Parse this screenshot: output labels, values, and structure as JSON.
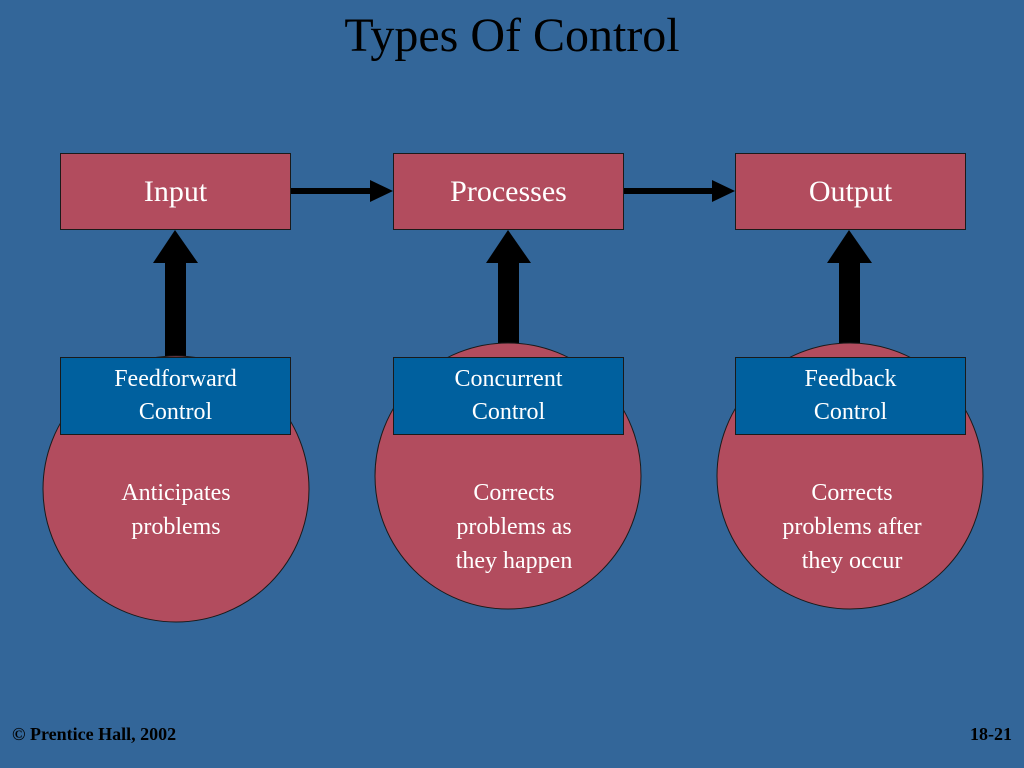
{
  "title": "Types Of Control",
  "stages": [
    {
      "label": "Input"
    },
    {
      "label": "Processes"
    },
    {
      "label": "Output"
    }
  ],
  "controls": [
    {
      "name": "Feedforward\nControl",
      "description": "Anticipates\nproblems"
    },
    {
      "name": "Concurrent\nControl",
      "description": "Corrects\nproblems as\nthey happen"
    },
    {
      "name": "Feedback\nControl",
      "description": "Corrects\nproblems after\nthey occur"
    }
  ],
  "footer": {
    "copyright": "© Prentice Hall, 2002",
    "slide_number": "18-21"
  },
  "colors": {
    "background": "#336699",
    "stage_box": "#b24c5e",
    "control_box": "#00609e",
    "circle": "#b24c5e",
    "arrow": "#000000"
  }
}
